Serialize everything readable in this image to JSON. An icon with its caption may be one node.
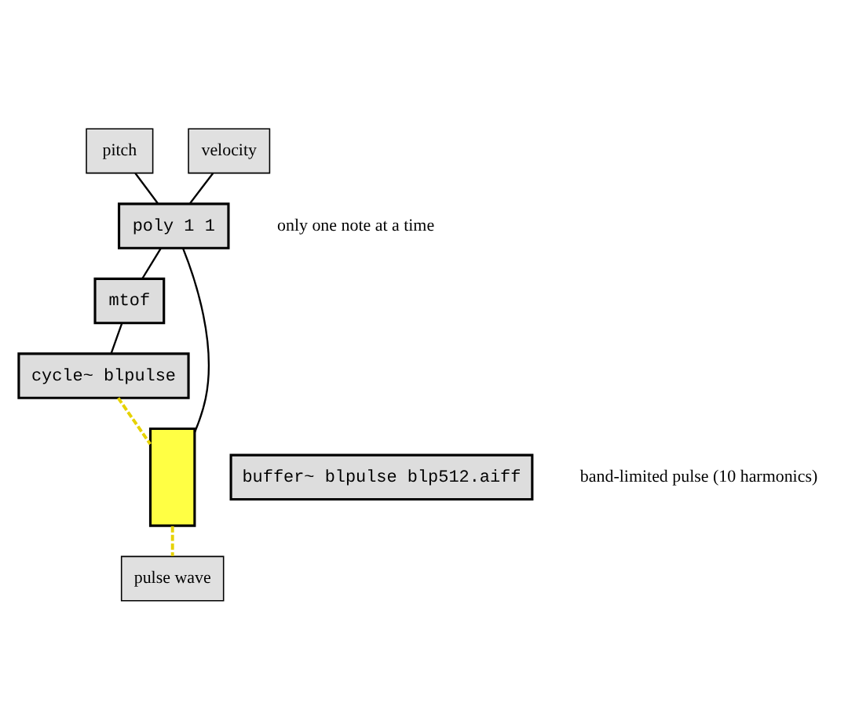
{
  "diagram": {
    "nodes": [
      {
        "text": [
          "pitch"
        ]
      },
      {
        "text": [
          "velocity"
        ]
      },
      {
        "text": [
          "poly 1 1"
        ],
        "beside": [
          "only one note at a time"
        ]
      },
      {
        "text": [
          "mtof"
        ]
      },
      {
        "text": [
          "cycle~ blpulse"
        ]
      },
      {
        "text": [],
        "shape": "bar"
      },
      {
        "text": [
          "buffer~ blpulse blp512.aiff"
        ],
        "beside": [
          "band-limited pulse (10 harmonics)"
        ]
      },
      {
        "text": [
          "pulse wave"
        ]
      }
    ],
    "edges": [
      {
        "from": 0,
        "to": 2,
        "arrow": "none"
      },
      {
        "from": 1,
        "to": 2,
        "arrow": "none"
      },
      {
        "from": 2,
        "to": 3,
        "arrow": "none"
      },
      {
        "from": 3,
        "to": 4,
        "arrow": "none"
      },
      {
        "from": 2,
        "to": 5,
        "arrow": "none"
      },
      {
        "from": 4,
        "to": 5,
        "arrow": "none",
        "style": "dashed",
        "color": "#e6d200"
      },
      {
        "from": 5,
        "to": 7,
        "arrow": "none",
        "style": "dashed",
        "color": "#e6d200"
      }
    ]
  }
}
